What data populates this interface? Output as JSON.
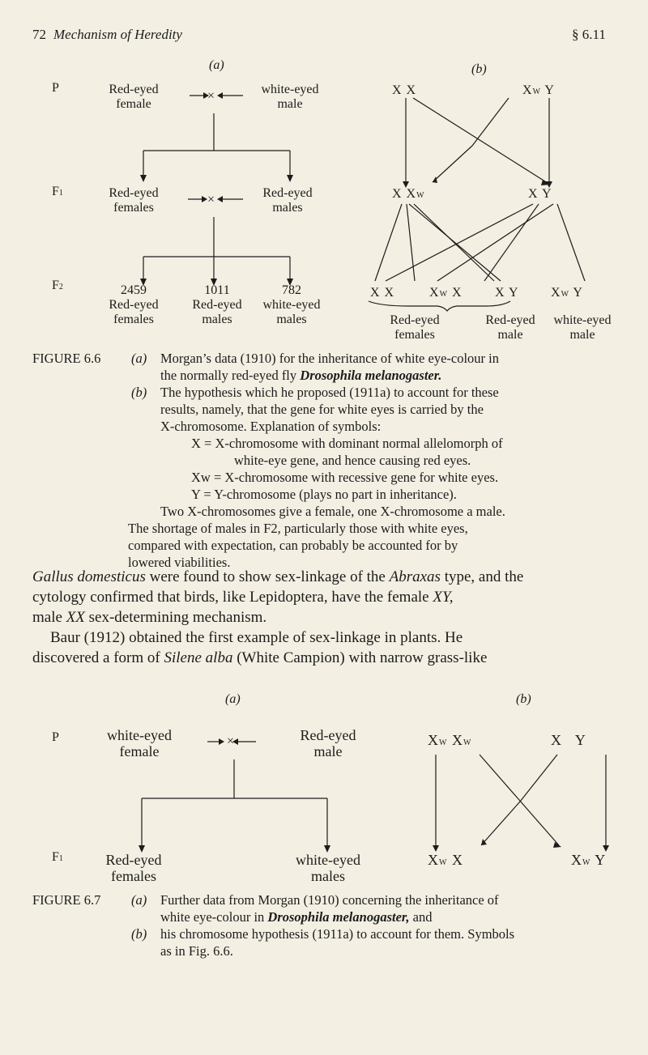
{
  "header": {
    "page_number": "72",
    "running_title": "Mechanism of Heredity",
    "section": "§ 6.11"
  },
  "fig66": {
    "panel_a": "(a)",
    "panel_b": "(b)",
    "gen_P": "P",
    "gen_F1_base": "F",
    "gen_F1_sub": "1",
    "gen_F2_base": "F",
    "gen_F2_sub": "2",
    "p_left_1": "Red-eyed",
    "p_left_2": "female",
    "p_right_1": "white-eyed",
    "p_right_2": "male",
    "cross": "×",
    "f1_left_1": "Red-eyed",
    "f1_left_2": "females",
    "f1_right_1": "Red-eyed",
    "f1_right_2": "males",
    "f2_1_num": "2459",
    "f2_1_a": "Red-eyed",
    "f2_1_b": "females",
    "f2_2_num": "1011",
    "f2_2_a": "Red-eyed",
    "f2_2_b": "males",
    "f2_3_num": "782",
    "f2_3_a": "white-eyed",
    "f2_3_b": "males",
    "b_p_left": "X X",
    "b_p_right": "X",
    "b_p_right_sub": "W",
    "b_p_right_y": " Y",
    "b_f1_left": "X X",
    "b_f1_left_sub": "W",
    "b_f1_right": "X Y",
    "b_f2_1": "X X",
    "b_f2_2": "X",
    "b_f2_2_sub": "W",
    "b_f2_2_b": " X",
    "b_f2_3": "X Y",
    "b_f2_4": "X",
    "b_f2_4_sub": "W",
    "b_f2_4_b": " Y",
    "b_lbl_1a": "Red-eyed",
    "b_lbl_1b": "females",
    "b_lbl_2a": "Red-eyed",
    "b_lbl_2b": "male",
    "b_lbl_3a": "white-eyed",
    "b_lbl_3b": "male",
    "caption_label": "FIGURE 6.6",
    "cap_a_mark": "(a)",
    "cap_a_1": "Morgan’s data (1910) for the inheritance of white eye-colour in",
    "cap_a_2_pre": "the normally red-eyed fly ",
    "cap_a_2_it": "Drosophila melanogaster.",
    "cap_b_mark": "(b)",
    "cap_b_1": "The hypothesis which he proposed (1911a) to account for these",
    "cap_b_2": "results, namely, that the gene for white eyes is carried by the",
    "cap_b_3": "X-chromosome. Explanation of symbols:",
    "cap_b_4": "X = X-chromosome with dominant normal allelomorph of",
    "cap_b_5": "white-eye gene, and hence causing red eyes.",
    "cap_b_6": "Xw = X-chromosome with recessive gene for white eyes.",
    "cap_b_7": "Y = Y-chromosome (plays no part in inheritance).",
    "cap_b_8": "Two X-chromosomes give a female, one X-chromosome a male.",
    "cap_b_9": "The shortage of males in F2, particularly those with white eyes,",
    "cap_b_10": "compared with expectation, can probably be accounted for by",
    "cap_b_11": "lowered viabilities."
  },
  "body": {
    "p1_l1_it": "Gallus domesticus",
    "p1_l1": " were found to show sex-linkage of the ",
    "p1_l1_it2": "Abraxas",
    "p1_l1_end": " type, and the",
    "p1_l2": "cytology confirmed that birds, like Lepidoptera, have the female ",
    "p1_l2_it": "XY,",
    "p1_l3_pre": "male ",
    "p1_l3_it": "XX",
    "p1_l3": " sex-determining mechanism.",
    "p2_l1": "Baur (1912) obtained the first example of sex-linkage in plants. He",
    "p2_l2_pre": "discovered a form of ",
    "p2_l2_it": "Silene alba",
    "p2_l2": " (White Campion) with narrow grass-like"
  },
  "fig67": {
    "panel_a": "(a)",
    "panel_b": "(b)",
    "gen_P": "P",
    "gen_F1_base": "F",
    "gen_F1_sub": "1",
    "cross": "×",
    "p_left_1": "white-eyed",
    "p_left_2": "female",
    "p_right_1": "Red-eyed",
    "p_right_2": "male",
    "f1_left_1": "Red-eyed",
    "f1_left_2": "females",
    "f1_right_1": "white-eyed",
    "f1_right_2": "males",
    "b_p_left_1": "X",
    "b_p_left_sub1": "W",
    "b_p_left_2": " X",
    "b_p_left_sub2": "W",
    "b_p_right": "X   Y",
    "b_f1_left": "X",
    "b_f1_left_sub": "W",
    "b_f1_left_b": " X",
    "b_f1_right": "X",
    "b_f1_right_sub": "W",
    "b_f1_right_b": " Y",
    "caption_label": "FIGURE 6.7",
    "cap_a_mark": "(a)",
    "cap_a_1": "Further data from Morgan (1910) concerning the inheritance of",
    "cap_a_2_pre": "white eye-colour in ",
    "cap_a_2_it": "Drosophila melanogaster,",
    "cap_a_2_end": " and",
    "cap_b_mark": "(b)",
    "cap_b_1": "his chromosome hypothesis (1911a) to account for them. Symbols",
    "cap_b_2": "as in Fig. 6.6."
  }
}
